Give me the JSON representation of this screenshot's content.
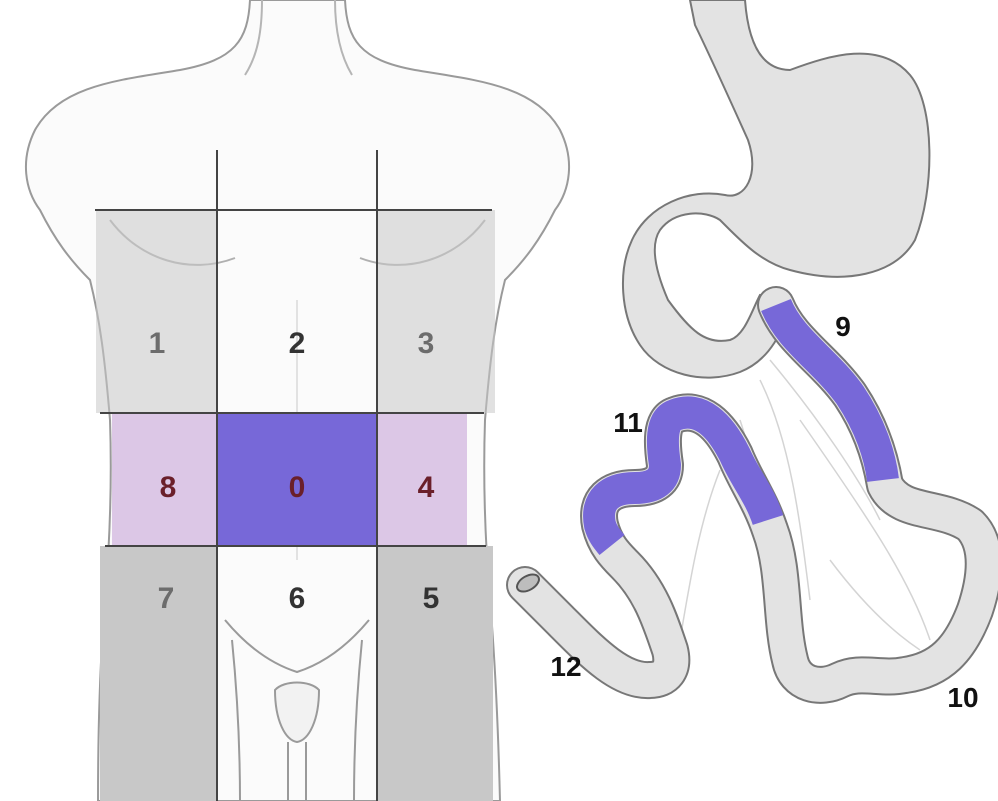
{
  "colors": {
    "highlight": "#7768d8",
    "highlight_light": "#dcc7e6",
    "shaded": "#c8c8c8",
    "gut_fill": "#e3e3e3",
    "outline": "#777777",
    "grid_line": "#444444"
  },
  "torso": {
    "regions": [
      {
        "id": "1",
        "label": "1",
        "state": "shaded"
      },
      {
        "id": "2",
        "label": "2",
        "state": "normal"
      },
      {
        "id": "3",
        "label": "3",
        "state": "shaded"
      },
      {
        "id": "8",
        "label": "8",
        "state": "highlight-light"
      },
      {
        "id": "0",
        "label": "0",
        "state": "highlight"
      },
      {
        "id": "4",
        "label": "4",
        "state": "highlight-light"
      },
      {
        "id": "7",
        "label": "7",
        "state": "shaded"
      },
      {
        "id": "6",
        "label": "6",
        "state": "normal"
      },
      {
        "id": "5",
        "label": "5",
        "state": "shaded"
      }
    ]
  },
  "intestine": {
    "segments": [
      {
        "id": "9",
        "label": "9",
        "state": "highlight"
      },
      {
        "id": "10",
        "label": "10",
        "state": "normal"
      },
      {
        "id": "11",
        "label": "11",
        "state": "highlight"
      },
      {
        "id": "12",
        "label": "12",
        "state": "normal"
      }
    ]
  }
}
